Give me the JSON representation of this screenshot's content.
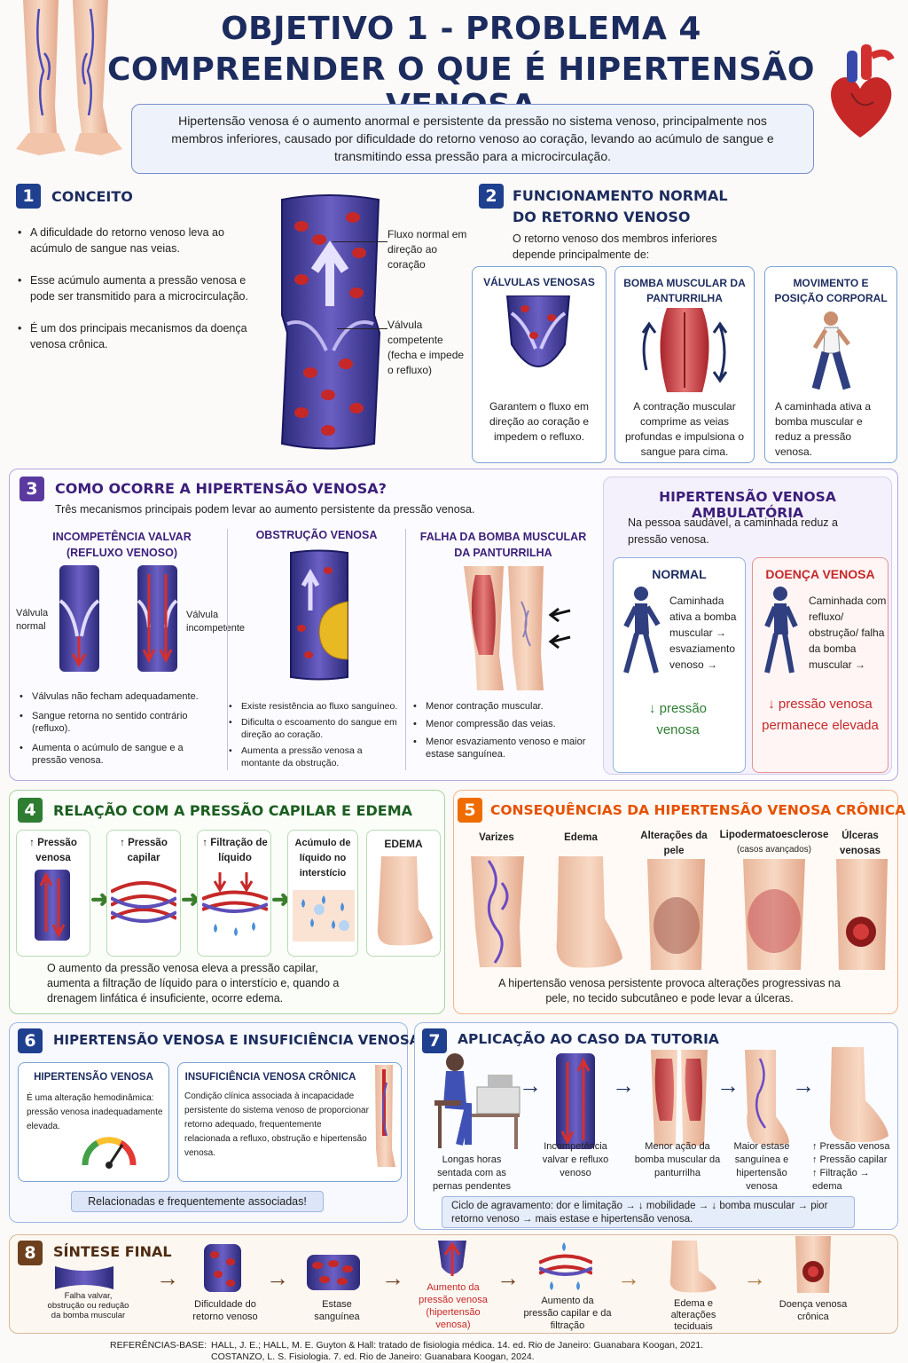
{
  "header": {
    "line1": "OBJETIVO 1 - PROBLEMA 4",
    "line2": "COMPREENDER O QUE É HIPERTENSÃO VENOSA",
    "intro": "Hipertensão venosa é o aumento anormal e persistente da pressão no sistema venoso, principalmente nos membros inferiores, causado por dificuldade do retorno venoso ao coração, levando ao acúmulo de sangue e transmitindo essa pressão para a microcirculação."
  },
  "s1": {
    "num": "1",
    "title": "CONCEITO",
    "b1": "A dificuldade do retorno venoso leva ao acúmulo de sangue nas veias.",
    "b2": "Esse acúmulo aumenta a pressão venosa e pode ser transmitido para a microcirculação.",
    "b3": "É um dos principais mecanismos da doença venosa crônica.",
    "lab1": "Fluxo normal em direção ao coração",
    "lab2": "Válvula competente (fecha e impede o refluxo)"
  },
  "s2": {
    "num": "2",
    "title": "FUNCIONAMENTO NORMAL DO RETORNO VENOSO",
    "sub": "O retorno venoso dos membros inferiores depende principalmente de:",
    "c1t": "VÁLVULAS VENOSAS",
    "c1d": "Garantem o fluxo em direção ao coração e impedem o refluxo.",
    "c2t": "BOMBA MUSCULAR DA PANTURRILHA",
    "c2d": "A contração muscular comprime as veias profundas e impulsiona o sangue para cima.",
    "c3t": "MOVIMENTO E POSIÇÃO CORPORAL",
    "c3d": "A caminhada ativa a bomba muscular e reduz a pressão venosa."
  },
  "s3": {
    "num": "3",
    "title": "COMO OCORRE A HIPERTENSÃO VENOSA?",
    "sub": "Três mecanismos principais podem levar ao aumento persistente da pressão venosa.",
    "m1t": "INCOMPETÊNCIA VALVAR (REFLUXO VENOSO)",
    "vn": "Válvula normal",
    "vi": "Válvula incompetente",
    "m1b1": "Válvulas não fecham adequadamente.",
    "m1b2": "Sangue retorna no sentido contrário (refluxo).",
    "m1b3": "Aumenta o acúmulo de sangue e a pressão venosa.",
    "m2t": "OBSTRUÇÃO VENOSA",
    "m2b1": "Existe resistência ao fluxo sanguíneo.",
    "m2b2": "Dificulta o escoamento do sangue em direção ao coração.",
    "m2b3": "Aumenta a pressão venosa a montante da obstrução.",
    "m3t": "FALHA DA BOMBA MUSCULAR DA PANTURRILHA",
    "m3b1": "Menor contração muscular.",
    "m3b2": "Menor compressão das veias.",
    "m3b3": "Menor esvaziamento venoso e maior estase sanguínea."
  },
  "amb": {
    "title": "HIPERTENSÃO VENOSA AMBULATÓRIA",
    "sub": "Na pessoa saudável, a caminhada reduz a pressão venosa.",
    "nt": "NORMAL",
    "nd": "Caminhada ativa a bomba muscular → esvaziamento venoso →",
    "nr": "↓ pressão venosa",
    "dt": "DOENÇA VENOSA",
    "dd": "Caminhada com refluxo/ obstrução/ falha da bomba muscular →",
    "dr": "↓ pressão venosa permanece elevada"
  },
  "s4": {
    "num": "4",
    "title": "RELAÇÃO COM A PRESSÃO CAPILAR E EDEMA",
    "st1": "↑ Pressão venosa",
    "st2": "↑ Pressão capilar",
    "st3": "↑ Filtração de líquido",
    "st4": "Acúmulo de líquido no interstício",
    "st5": "EDEMA",
    "desc": "O aumento da pressão venosa eleva a pressão capilar, aumenta a filtração de líquido para o interstício e, quando a drenagem linfática é insuficiente, ocorre edema."
  },
  "s5": {
    "num": "5",
    "title": "CONSEQUÊNCIAS DA HIPERTENSÃO VENOSA CRÔNICA",
    "i1": "Varizes",
    "i2": "Edema",
    "i3": "Alterações da pele",
    "i4": "Lipodermatoesclerose",
    "i4s": "(casos avançados)",
    "i5": "Úlceras venosas",
    "desc": "A hipertensão venosa persistente provoca alterações progressivas na pele, no tecido subcutâneo e pode levar a úlceras."
  },
  "s6": {
    "num": "6",
    "title": "HIPERTENSÃO VENOSA E INSUFICIÊNCIA VENOSA CRÔNICA",
    "at": "HIPERTENSÃO VENOSA",
    "ad": "É uma alteração hemodinâmica: pressão venosa inadequadamente elevada.",
    "bt": "INSUFICIÊNCIA VENOSA CRÔNICA",
    "bd": "Condição clínica associada à incapacidade persistente do sistema venoso de proporcionar retorno adequado, frequentemente relacionada a refluxo, obstrução e hipertensão venosa.",
    "note": "Relacionadas e frequentemente associadas!"
  },
  "s7": {
    "num": "7",
    "title": "APLICAÇÃO AO CASO DA TUTORIA",
    "p1": "Longas horas sentada com as pernas pendentes",
    "p2": "Incompetência valvar e refluxo venoso",
    "p3": "Menor ação da bomba muscular da panturrilha",
    "p4": "Maior estase sanguínea e hipertensão venosa",
    "p5": "↑ Pressão venosa ↑ Pressão capilar ↑ Filtração → edema",
    "cycle": "Ciclo de agravamento: dor e limitação → ↓ mobilidade → ↓ bomba muscular → pior retorno venoso → mais estase e hipertensão venosa."
  },
  "s8": {
    "num": "8",
    "title": "SÍNTESE FINAL",
    "f1": "Falha valvar, obstrução ou redução da bomba muscular",
    "f2": "Dificuldade do retorno venoso",
    "f3": "Estase sanguínea",
    "f4": "Aumento da pressão venosa (hipertensão venosa)",
    "f5": "Aumento da pressão capilar e da filtração",
    "f6": "Edema e alterações teciduais",
    "f7": "Doença venosa crônica"
  },
  "refs": {
    "label": "REFERÊNCIAS-BASE:",
    "r1": "HALL, J. E.; HALL, M. E. Guyton & Hall: tratado de fisiologia médica. 14. ed. Rio de Janeiro: Guanabara Koogan, 2021.",
    "r2": "COSTANZO, L. S. Fisiologia. 7. ed. Rio de Janeiro: Guanabara Koogan, 2024."
  },
  "colors": {
    "navy": "#1c2c5e",
    "purple": "#5b3aa0",
    "green": "#2e7d32",
    "orange": "#e65100",
    "brown": "#5d3a1a",
    "red": "#c62828"
  }
}
